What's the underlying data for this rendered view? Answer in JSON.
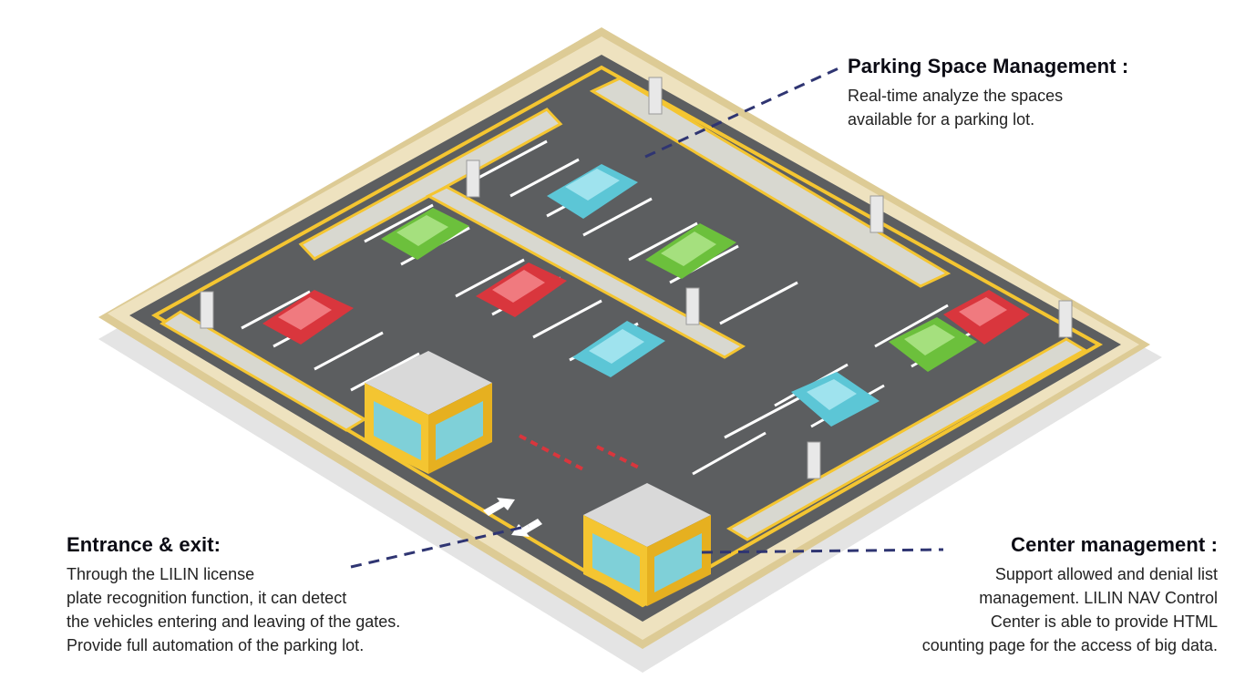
{
  "callouts": {
    "parking_space": {
      "title": "Parking Space Management :",
      "lines": [
        "Real-time analyze the spaces",
        "available for a parking lot."
      ]
    },
    "entrance_exit": {
      "title": "Entrance & exit:",
      "lines": [
        "Through the LILIN license",
        "plate recognition function, it can detect",
        "the vehicles entering and leaving of the gates.",
        "Provide full automation of the parking lot."
      ]
    },
    "center_management": {
      "title": "Center management :",
      "lines": [
        "Support allowed and denial list",
        "management.  LILIN NAV Control",
        "Center is able to provide HTML",
        "counting page for the access of big data."
      ]
    }
  },
  "colors": {
    "asphalt": "#5c5e60",
    "wall": "#e6d7ad",
    "line_yellow": "#f4c531",
    "car_blue": "#5cc6d6",
    "car_green": "#6cc03c",
    "car_red": "#d9363d",
    "leader": "#2f3572"
  },
  "icons": [
    "entrance-arrow-icon",
    "exit-arrow-icon",
    "license-plate-camera-icon",
    "barrier-gate-icon"
  ]
}
